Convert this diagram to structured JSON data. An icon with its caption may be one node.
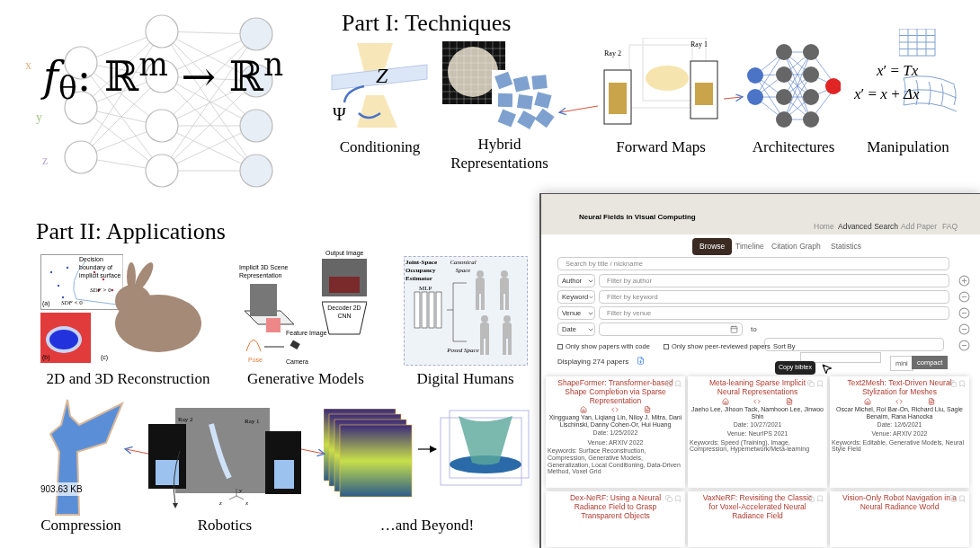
{
  "diagram": {
    "nodes": [
      {
        "text": [],
        "shape": "picture"
      },
      {
        "text": [
          "Conditioning"
        ]
      },
      {
        "text": [
          "Hybrid Representations"
        ]
      },
      {
        "text": [
          "Forward Maps"
        ]
      },
      {
        "text": [
          "Architectures"
        ]
      },
      {
        "text": [
          "Manipulation"
        ]
      },
      {
        "text": [
          "2D and 3D Reconstruction"
        ]
      },
      {
        "text": [
          "Generative Models"
        ]
      },
      {
        "text": [
          "Digital Humans"
        ]
      },
      {
        "text": [
          "Compression"
        ]
      },
      {
        "text": [
          "Robotics"
        ]
      },
      {
        "text": [
          "…and Beyond!"
        ]
      },
      {
        "text": [],
        "shape": "picture",
        "in": 11
      },
      {
        "text": [],
        "shape": "picture",
        "in": 11
      },
      {
        "text": [],
        "shape": "box"
      },
      {
        "text": [
          "ShapeFormer: Transformer-based Shape Completion via Sparse Representation",
          "Xingguang Yan, Liqiang Lin, Niloy J. Mitra, Dani Lischinski, Danny Cohen-Or, Hui Huang",
          "Date: 1/25/2022",
          "Venue: ARXIV 2022",
          "Keywords: Surface Reconstruction, Compression, Generative Models, Generalization, Local Conditioning, Data-Driven Method, Voxel Grid"
        ],
        "in": 14
      },
      {
        "text": [
          "Meta-leaning Sparse Implicit Neural Representations",
          "Jaeho Lee, Jihoon Tack, Namhoon Lee, Jinwoo Shin",
          "Date: 10/27/2021",
          "Venue: NeurIPS 2021",
          "Keywords: Speed (Training), Image, Compression, Hypernetwork/Meta-learning"
        ],
        "in": 14
      },
      {
        "text": [
          "Text2Mesh: Text-Driven Neural Stylization for Meshes",
          "Oscar Michel, Roi Bar-On, Richard Liu, Sagie Benaim, Rana Hanocka",
          "Date: 12/6/2021",
          "Venue: ARXIV 2022",
          "Keywords: Editable, Generative Models, Neural Style Field"
        ],
        "in": 14
      },
      {
        "text": [
          "Dex-NeRF: Using a Neural Radiance Field to Grasp Transparent Objects"
        ],
        "in": 14
      },
      {
        "text": [
          "VaxNeRF: Revisiting the Classic for Voxel-Accelerated Neural Radiance Field"
        ],
        "in": 14
      },
      {
        "text": [
          "Vision-Only Robot Navigation in a Neural Radiance World"
        ],
        "in": 14
      }
    ],
    "edges": [
      {
        "from": 3,
        "to": 2,
        "arrow": "to"
      },
      {
        "from": 3,
        "to": 4,
        "arrow": "to"
      },
      {
        "from": 10,
        "to": 9,
        "arrow": "to"
      },
      {
        "from": 10,
        "to": 12,
        "arrow": "to"
      },
      {
        "from": 12,
        "to": 13,
        "arrow": "to",
        "color": "#000000"
      }
    ],
    "labels": [
      "x",
      "y",
      "z",
      "*f*$_{θ}$: ℝ$^{m}$ → ℝ$^{n}$",
      "Part I: Techniques",
      "*Z*",
      "Ψ",
      "Ray 2",
      "Ray 1",
      "*x*′ = *Tx*",
      "*x*′ = *x* + *Δx*",
      "Part II: Applications",
      "Decision boundary of implicit surface",
      "*SDF* > 0",
      "(a)",
      "*SDF* < 0",
      "(b)",
      "(c)",
      "Output Image",
      "Implicit 3D Scene Representation",
      "Feature Image",
      "Decoder 2D CNN",
      "Pose",
      "Camera",
      "Joint-Space Occupancy Estimator",
      "MLP",
      "Canonical Space",
      "Posed Space",
      "903.63 KB",
      "Ray 2",
      "Ray 1",
      "y",
      "z",
      "x",
      "Neural Fields in Visual Computing",
      "Home",
      "Advanced Search",
      "Add Paper",
      "FAQ",
      "Browse",
      "Timeline",
      "Citation Graph",
      "Statistics",
      "Search by title / nickname",
      "Author",
      "Filter by author",
      "Keyword",
      "Filter by keyword",
      "Venue",
      "Filter by venue",
      "Date",
      "to",
      "Only show papers with code",
      "Only show peer-reviewed papers",
      "Sort By",
      "Displaying 274 papers",
      "mini",
      "compact",
      "Copy bibtex"
    ]
  }
}
